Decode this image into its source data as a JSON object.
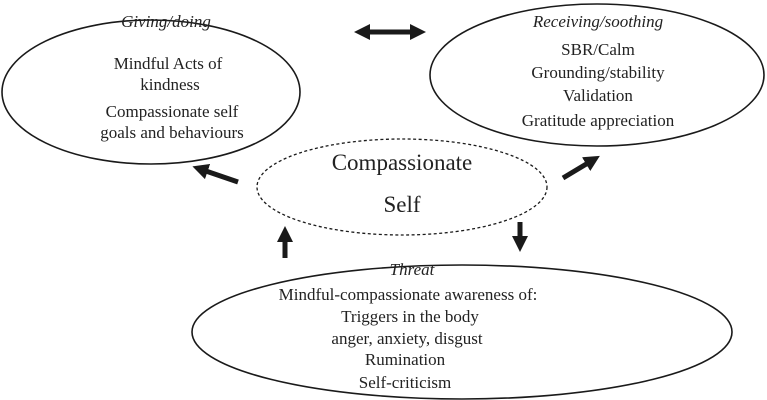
{
  "diagram": {
    "title": "Compassionate Self model",
    "nodes": {
      "giving": {
        "title": "Giving/doing",
        "items": [
          "Mindful Acts of",
          "kindness",
          "Compassionate self",
          "goals and behaviours"
        ]
      },
      "receiving": {
        "title": "Receiving/soothing",
        "items": [
          "SBR/Calm",
          "Grounding/stability",
          "Validation",
          "Gratitude appreciation"
        ]
      },
      "center": {
        "lines": [
          "Compassionate",
          "Self"
        ],
        "border": "dashed"
      },
      "threat": {
        "title": "Threat",
        "items": [
          "Mindful-compassionate awareness of:",
          "Triggers in the body",
          "anger, anxiety, disgust",
          "Rumination",
          "Self-criticism"
        ]
      }
    },
    "edges": [
      {
        "from": "giving",
        "to": "receiving",
        "type": "bidirectional"
      },
      {
        "from": "center",
        "to": "giving",
        "type": "directed"
      },
      {
        "from": "center",
        "to": "receiving",
        "type": "directed"
      },
      {
        "from": "center",
        "to": "threat",
        "type": "directed"
      },
      {
        "from": "threat",
        "to": "center",
        "type": "directed"
      }
    ],
    "colors": {
      "stroke": "#1a1a1a",
      "text": "#222222",
      "background": "#ffffff"
    }
  }
}
